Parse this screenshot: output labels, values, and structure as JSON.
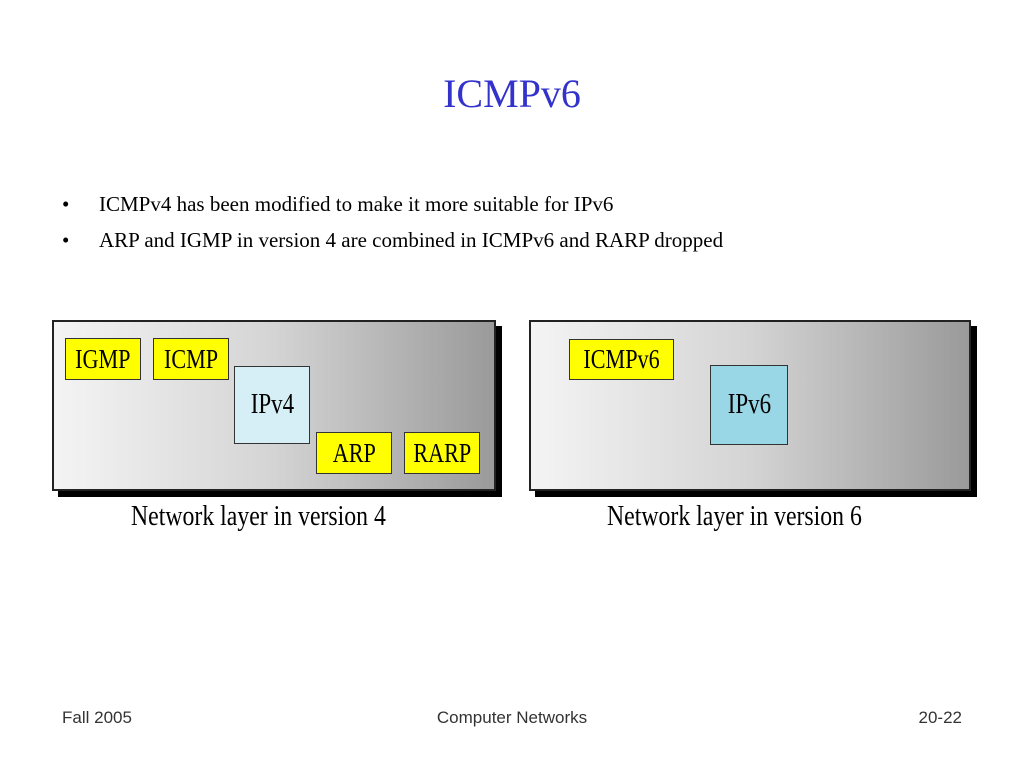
{
  "slide": {
    "title": "ICMPv6",
    "bullets": [
      "ICMPv4 has been modified to make it more suitable for IPv6",
      "ARP and IGMP in version 4 are combined in ICMPv6 and RARP dropped"
    ]
  },
  "diagram_v4": {
    "boxes": {
      "igmp": "IGMP",
      "icmp": "ICMP",
      "ipv4": "IPv4",
      "arp": "ARP",
      "rarp": "RARP"
    },
    "caption": "Network layer in version 4"
  },
  "diagram_v6": {
    "boxes": {
      "icmpv6": "ICMPv6",
      "ipv6": "IPv6"
    },
    "caption": "Network layer in version 6"
  },
  "footer": {
    "left": "Fall 2005",
    "center": "Computer Networks",
    "right": "20-22"
  },
  "colors": {
    "title": "#3333cc",
    "protocol_box": "#ffff00",
    "ipv4_box": "#d6eef5",
    "ipv6_box": "#99d6e6"
  }
}
